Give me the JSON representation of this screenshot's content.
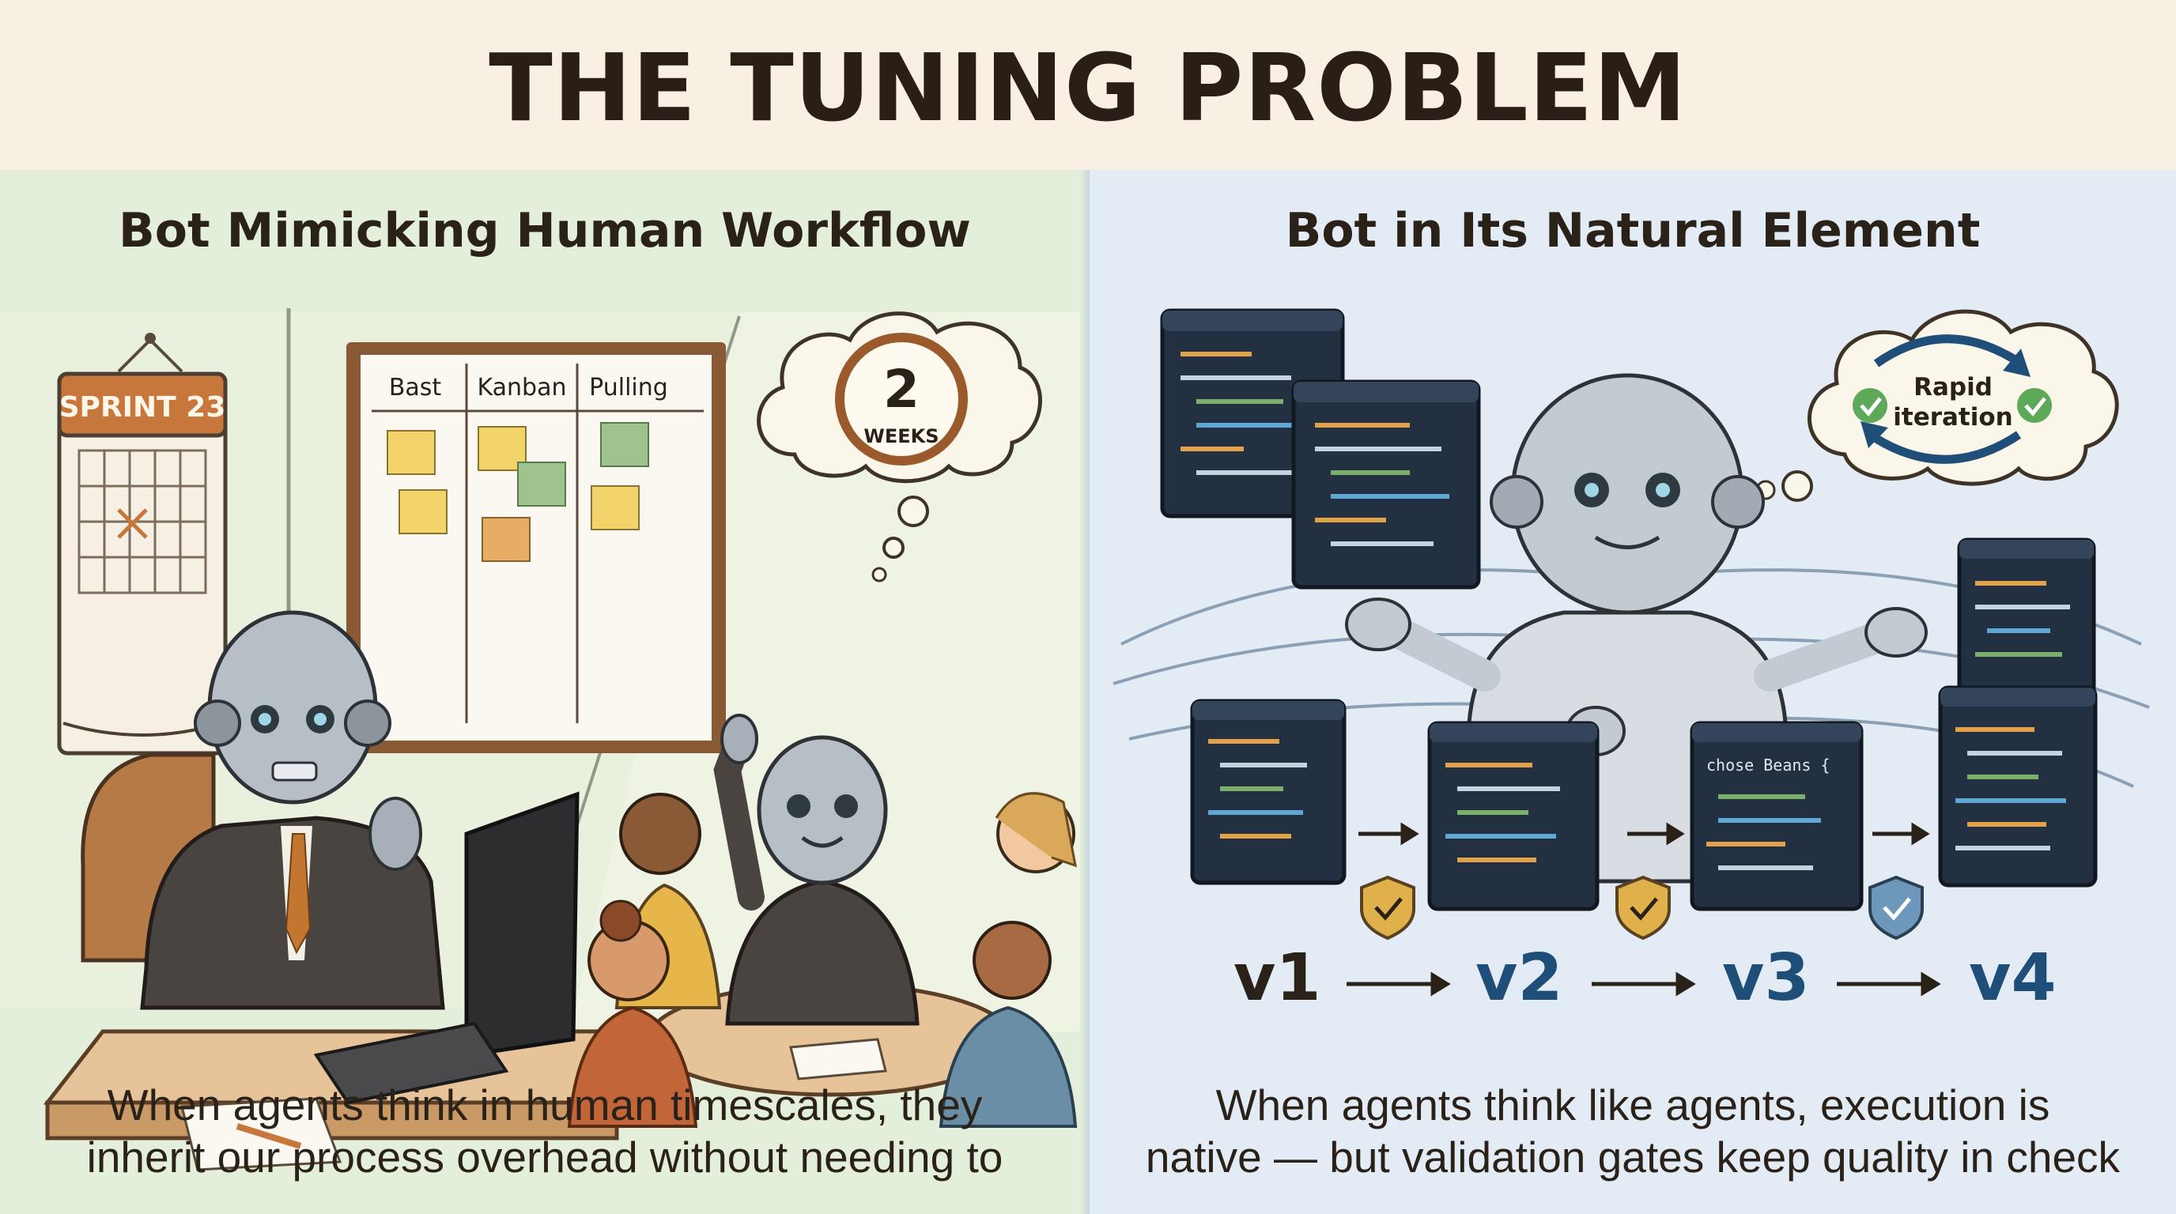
{
  "title": "THE TUNING PROBLEM",
  "left": {
    "heading": "Bot Mimicking Human Workflow",
    "calendar_label": "SPRINT 23",
    "board_columns": [
      "Bast",
      "Kanban",
      "Pulling"
    ],
    "thought_number": "2",
    "thought_unit": "WEEKS",
    "caption_lines": [
      "When agents think in human timescales, they",
      "inherit our process overhead without needing to"
    ]
  },
  "right": {
    "heading": "Bot in Its Natural Element",
    "thought_line1": "Rapid",
    "thought_line2": "iteration",
    "code_snippet": "chose Beans {",
    "versions": [
      "v1",
      "v2",
      "v3",
      "v4"
    ],
    "caption_lines": [
      "When agents think like agents, execution is",
      "native — but validation gates keep quality in check"
    ]
  },
  "colors": {
    "left_bg": "#e4efdb",
    "right_bg": "#e3ebf4",
    "title_bg": "#f8f0e2",
    "v1": "#2a2119",
    "v_accent": "#1f4f78"
  }
}
